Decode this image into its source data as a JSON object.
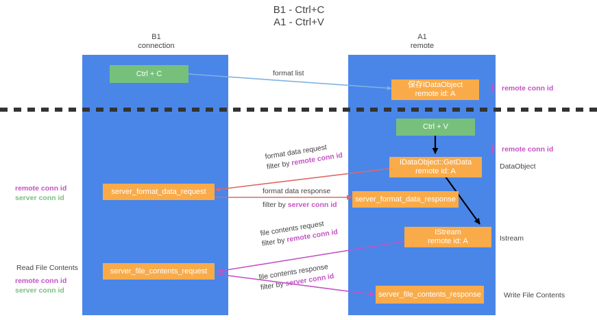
{
  "title": {
    "line1": "B1 - Ctrl+C",
    "line2": "A1 - Ctrl+V"
  },
  "columns": [
    {
      "name": "B1",
      "sub": "connection"
    },
    {
      "name": "A1",
      "sub": "remote"
    }
  ],
  "colors": {
    "lane": "#4a86e8",
    "orange_node": "#f9ab4a",
    "green_node": "#77c07c",
    "purple_text": "#c453c4",
    "green_text": "#7fbf7f",
    "divider": "#333333",
    "arrow_blue": "#7eb2e0",
    "arrow_red": "#e06666",
    "arrow_magenta": "#c453c4",
    "arrow_black": "#000000",
    "text": "#434343"
  },
  "nodes": {
    "ctrl_c": "Ctrl + C",
    "ctrl_v": "Ctrl + V",
    "save_idataobject_l1": "保存IDataObject",
    "save_idataobject_l2": "remote id: A",
    "getdata_l1": "IDataObject::GetData",
    "getdata_l2": "remote id: A",
    "istream_l1": "IStream",
    "istream_l2": "remote id: A",
    "server_format_data_request": "server_format_data_request",
    "server_format_data_response": "server_format_data_response",
    "server_file_contents_request": "server_file_contents_request",
    "server_file_contents_response": "server_file_contents_response"
  },
  "edge_labels": {
    "format_list": "format list",
    "format_data_request": "format data request",
    "format_data_request_filter_prefix": "filter by ",
    "format_data_request_filter_key": "remote conn id",
    "format_data_response": "format data response",
    "format_data_response_filter_prefix": "filter by ",
    "format_data_response_filter_key": "server conn id",
    "file_contents_request": "file contents request",
    "file_contents_request_filter_prefix": "filter by ",
    "file_contents_request_filter_key": "remote conn id",
    "file_contents_response": "file contents response",
    "file_contents_response_filter_prefix": "filter by ",
    "file_contents_response_filter_key": "server conn id"
  },
  "annotations": {
    "right_remote_conn_id_top": "remote conn id",
    "right_remote_conn_id_mid": "remote conn id",
    "right_dataobject": "DataObject",
    "right_istream": "Istream",
    "right_write_file_contents": "Write File Contents",
    "left_remote_conn_id_mid": "remote conn id",
    "left_server_conn_id_mid": "server conn id",
    "left_read_file_contents": "Read File Contents",
    "left_remote_conn_id_bot": "remote conn id",
    "left_server_conn_id_bot": "server conn id"
  }
}
